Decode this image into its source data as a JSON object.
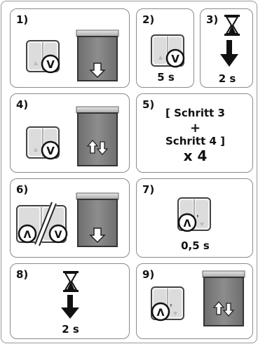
{
  "steps": [
    {
      "id": "1",
      "label": "1)"
    },
    {
      "id": "2",
      "label": "2)",
      "caption": "5 s"
    },
    {
      "id": "3",
      "label": "3)",
      "caption": "2 s"
    },
    {
      "id": "4",
      "label": "4)"
    },
    {
      "id": "5",
      "label": "5)",
      "line1": "[ Schritt 3",
      "plus": "+",
      "line2": "Schritt 4 ]",
      "repeat": "x 4"
    },
    {
      "id": "6",
      "label": "6)"
    },
    {
      "id": "7",
      "label": "7)",
      "caption": "0,5 s"
    },
    {
      "id": "8",
      "label": "8)",
      "caption": "2 s"
    },
    {
      "id": "9",
      "label": "9)"
    }
  ],
  "remote": {
    "up_key": "Λ",
    "down_key": "V",
    "stop_mark": "'"
  }
}
